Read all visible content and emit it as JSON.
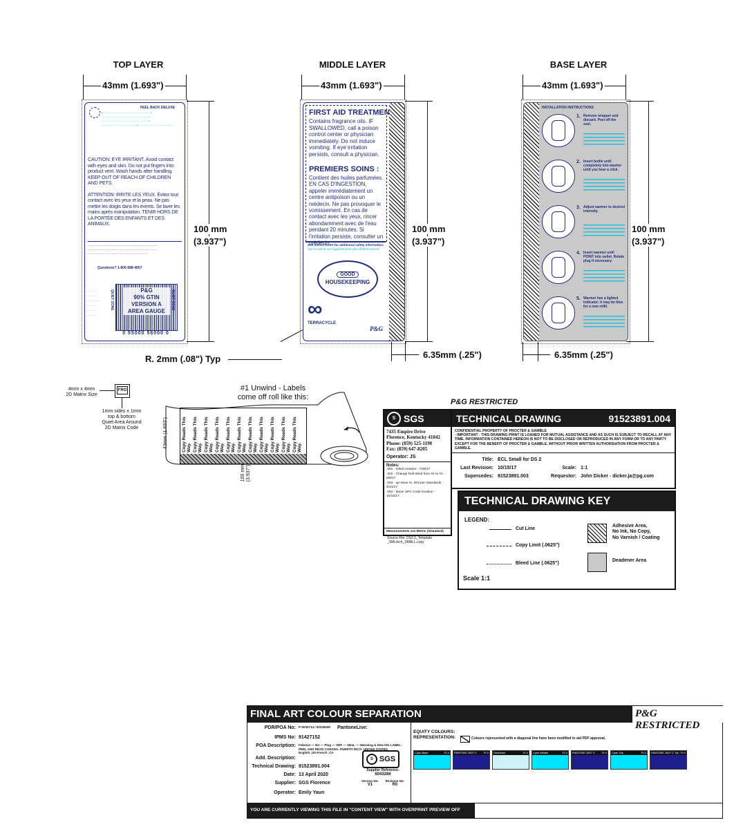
{
  "layers": {
    "top_title": "TOP LAYER",
    "middle_title": "MIDDLE LAYER",
    "base_title": "BASE LAYER",
    "width_dim": "43mm (1.693\")",
    "height_dim_mm": "100 mm",
    "height_dim_in": "(3.937\")",
    "radius_note": "R. 2mm (.08\") Typ",
    "bleed_dim": "6.35mm (.25\")"
  },
  "top_label": {
    "header_small": "FEEL BACK DELUXE",
    "caution": "CAUTION: EYE IRRITANT. Avoid contact with eyes and skin. Do not put fingers into product vent. Wash hands after handling. KEEP OUT OF REACH OF CHILDREN AND PETS.",
    "attention": "ATTENTION: IRRITE LES YEUX. Évitez tout contact avec les yeux et la peau. Ne pas mettre les doigts dans les évents. Se laver les mains après manipulation. TENIR HORS DE LA PORTÉE DES ENFANTS ET DES ANIMAUX.",
    "questions": "Questions? 1-800-688-4657",
    "pg": "P&G",
    "gtin": "90% GTIN",
    "version": "VERSION A",
    "gauge": "AREA GAUGE",
    "barcode_num": "0  55000 56000  0",
    "quiet_zone": "QUIET ZONE"
  },
  "middle_label": {
    "first_aid_title": "FIRST AID TREATMENT:",
    "first_aid_text": "Contains fragrance oils. IF SWALLOWED, call a poison control center or physician immediately. Do not induce vomiting. If eye irritation persists, consult a physician.",
    "premiers_title": "PREMIERS SOINS :",
    "premiers_text": "Contient des huiles parfumées. EN CAS D'INGESTION, appeler immédiatement un centre antipoison ou un médecin. Ne pas provoquer le vomissement. En cas de contact avec les yeux, rincer abondamment avec de l'eau pendant 20 minutes. Si l'irritation persiste, consulter un médecin.",
    "see_device": "See device insert for additional safety information.",
    "see_device_fr": "Voir la notice sur l'appareil pour plus d'informations.",
    "good": "GOOD",
    "housekeeping": "HOUSEKEEPING",
    "terracycle": "TERRACYCLE",
    "pg": "P&G"
  },
  "base_label": {
    "header": "INSTALLATION INSTRUCTIONS",
    "steps": [
      {
        "num": "1.",
        "text": "Remove wrapper and discard. Peel off the seal."
      },
      {
        "num": "2.",
        "text": "Insert bottle until completely into washer until you hear a click."
      },
      {
        "num": "3.",
        "text": "Adjust warmer to desired intensity."
      },
      {
        "num": "4.",
        "text": "Insert warmer until POINT into outlet. Rotate plug if necessary."
      },
      {
        "num": "5.",
        "text": "Warmer has a lighted indicator; it may be blue for a new refill."
      }
    ]
  },
  "matrix": {
    "size_label": "4mm x 4mm\n2D Matrix Size",
    "code": "FRO",
    "quiet_label": "1mm sides x 1mm\ntop & bottom\nQuiet Area Around\n2D Matrix Code"
  },
  "roll": {
    "unwind": "#1 Unwind - Labels\ncome off roll like this:",
    "copy_text": "Copy Reads This Way.",
    "width_dim": "43mm (1.693\")",
    "length_dim": "100 mm\n(3.937\")"
  },
  "restricted_heading": "P&G RESTRICTED",
  "tech_drawing": {
    "sgs": "SGS",
    "address": "7435 Empire Drive\nFlorence, Kentucky 41042\nPhone: (859) 525-1190\nFax: (859) 647-8205",
    "operator_label": "Operator:",
    "operator": "JS",
    "notes_label": "Notes:",
    "notes": [
      ".001 - Initial creation - 7/28/17",
      ".002 - Change Roll Wind from #4 to #1 - 8/9/17",
      ".003 - up-issue to .003 per Standards - 9/14/17",
      ".004 - Move UPC Code location - 10/15/17"
    ],
    "measurements": "Measurements are Metric (Standard)",
    "source_file": "Source File: DS2.0_Template\n_SMLtech_SMALL.copy",
    "title": "TECHNICAL DRAWING",
    "number": "91523891.004",
    "confidential_1": "CONFIDENTIAL PROPERTY OF PROCTER & GAMBLE",
    "confidential_2": "- IMPORTANT - THIS DRAWING PRINT IS LOANED FOR MUTUAL ASSISTANCE AND AS SUCH IS SUBJECT TO RECALL AT ANY TIME. INFORMATION CONTAINED HEREON IS NOT TO BE DISCLOSED OR REPRODUCED IN ANY FORM OR TO ANY PARTY EXCEPT FOR THE BENEFIT OF PROCTER & GAMBLE, WITHOUT PRIOR WRITTEN AUTHORISATION FROM PROCTER & GAMBLE.",
    "title_label": "Title:",
    "title_value": "ECL Small for DS 2",
    "last_rev_label": "Last Revision:",
    "last_rev_value": "10/15/17",
    "scale_label": "Scale:",
    "scale_value": "1:1",
    "supersedes_label": "Supersedes:",
    "supersedes_value": "91523891.003",
    "requestor_label": "Requestor:",
    "requestor_value": "John Dicker - dicker.ja@pg.com"
  },
  "key": {
    "title": "TECHNICAL DRAWING KEY",
    "legend": "LEGEND:",
    "cut_line": "Cut Line",
    "copy_limit": "Copy Limit (.0625\")",
    "bleed_line": "Bleed Line (.0625\")",
    "adhesive": "Adhesive Area,\nNo Ink, No Copy,\nNo Varnish / Coating",
    "deadener": "Deadener Area",
    "scale": "Scale 1:1"
  },
  "final_art": {
    "title": "FINAL ART COLOUR SEPARATION",
    "restricted": "P&G RESTRICTED",
    "pdr_label": "PDR/POA No:",
    "pdr_value": "P-0030714 / 00230539",
    "pantone_label": "PantoneLive:",
    "ipms_label": "IPMS No:",
    "ipms_value": "91427152",
    "poa_desc_label": "POA Description:",
    "poa_desc_value": "Febreze — NA — Plug — SRF — 26mL — Warming & Dew 001 LABEL- PEEL AND READ CANADA- PUERTO RICO- UNITED STATES English_US-French_CA",
    "add_desc_label": "Add. Description:",
    "add_desc_value": "",
    "tech_draw_label": "Technical Drawing:",
    "tech_draw_value": "91523891.004",
    "date_label": "Date:",
    "date_value": "13 April 2020",
    "supplier_label": "Supplier:",
    "supplier_value": "SGS Florence",
    "operator_label": "Operator:",
    "operator_value": "Emily Yaun",
    "sgs": "SGS",
    "supplier_ref_label": "Supplier Reference:",
    "supplier_ref_value": "6043286",
    "version_label": "Version No:",
    "version_value": "V1",
    "revision_label": "Revision No:",
    "revision_value": "R0",
    "equity_label": "EQUITY COLOURS:",
    "rep_label": "REPRESENTATION:",
    "rep_note": "Colours represented with a diagonal line have been modified to aid PDF approval.",
    "swatches": [
      {
        "name": "Cyan Base",
        "tag": "FLX",
        "color": "#00e5ff"
      },
      {
        "name": "PANTONE 2607 C Base",
        "tag": "FLX",
        "color": "#1e1e8c"
      },
      {
        "name": "Deadener",
        "tag": "FLX",
        "color": "#ccf3f8"
      },
      {
        "name": "Cyan Middle",
        "tag": "FLX",
        "color": "#00e5ff"
      },
      {
        "name": "PANTONE 2607 C Middle",
        "tag": "FLX",
        "color": "#1e1e8c"
      },
      {
        "name": "Cyan Top",
        "tag": "FLX",
        "color": "#00e5ff"
      },
      {
        "name": "PANTONE 2607 C Top",
        "tag": "FLX",
        "color": "#1e1e8c"
      }
    ],
    "footer": "YOU ARE CURRENTLY VIEWING THIS FILE IN \"CONTENT VIEW\" WITH OVERPRINT PREVIEW OFF"
  }
}
